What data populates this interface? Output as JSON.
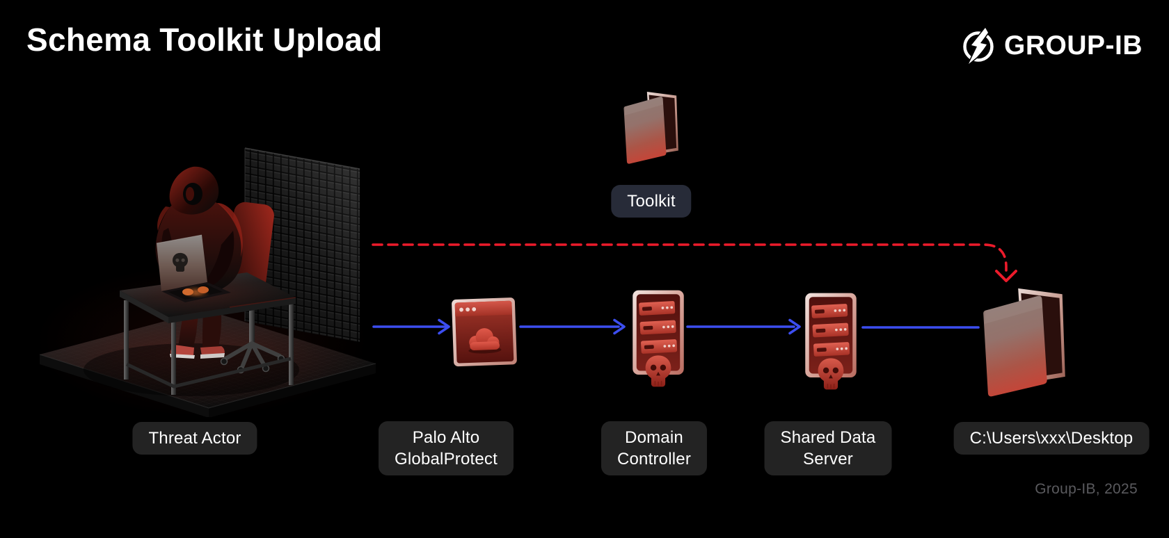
{
  "title": "Schema Toolkit Upload",
  "brand": {
    "name": "GROUP-IB"
  },
  "footer": {
    "credit": "Group-IB, 2025"
  },
  "diagram": {
    "toolkit_label": "Toolkit",
    "nodes": [
      {
        "id": "threat-actor",
        "label": "Threat Actor",
        "icon": "hacker-at-desk"
      },
      {
        "id": "palo-alto-globalprotect",
        "label": "Palo Alto\nGlobalProtect",
        "icon": "browser-cloud"
      },
      {
        "id": "domain-controller",
        "label": "Domain\nController",
        "icon": "compromised-server-skull"
      },
      {
        "id": "shared-data-server",
        "label": "Shared Data\nServer",
        "icon": "compromised-server-skull"
      },
      {
        "id": "desktop-path",
        "label": "C:\\Users\\xxx\\Desktop",
        "icon": "folder"
      }
    ],
    "colors": {
      "background": "#000000",
      "flow_arrow_blue": "#3c4ef0",
      "exfil_arrow_red": "#ec1b2b",
      "label_bg": "#232323",
      "toolkit_label_bg": "#272b38"
    }
  }
}
